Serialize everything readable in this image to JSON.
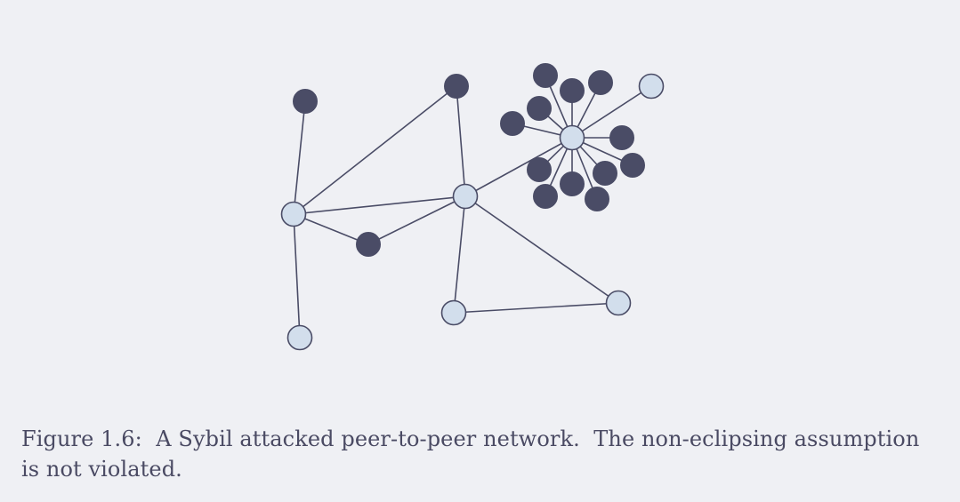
{
  "colors": {
    "background": "#eff0f4",
    "edge": "#4a4c66",
    "honest_fill": "#d2deec",
    "honest_stroke": "#4a4c66",
    "sybil_fill": "#4a4c66",
    "caption_text": "#4a4a63"
  },
  "caption": {
    "line1": "Figure 1.6:  A Sybil attacked peer-to-peer network.  The non-eclipsing assumption",
    "line2": "is not violated."
  },
  "graph": {
    "nodes": [
      {
        "id": "h-left",
        "kind": "honest"
      },
      {
        "id": "h-bottom-left",
        "kind": "honest"
      },
      {
        "id": "h-center",
        "kind": "honest"
      },
      {
        "id": "h-bottom-mid",
        "kind": "honest"
      },
      {
        "id": "h-bottom-right",
        "kind": "honest"
      },
      {
        "id": "h-hub",
        "kind": "honest"
      },
      {
        "id": "h-top-right",
        "kind": "honest"
      },
      {
        "id": "s-top-left",
        "kind": "sybil"
      },
      {
        "id": "s-top-mid",
        "kind": "sybil"
      },
      {
        "id": "s-mid",
        "kind": "sybil"
      },
      {
        "id": "s-hub-1",
        "kind": "sybil"
      },
      {
        "id": "s-hub-2",
        "kind": "sybil"
      },
      {
        "id": "s-hub-3",
        "kind": "sybil"
      },
      {
        "id": "s-hub-4",
        "kind": "sybil"
      },
      {
        "id": "s-hub-5",
        "kind": "sybil"
      },
      {
        "id": "s-hub-6",
        "kind": "sybil"
      },
      {
        "id": "s-hub-7",
        "kind": "sybil"
      },
      {
        "id": "s-hub-8",
        "kind": "sybil"
      },
      {
        "id": "s-hub-9",
        "kind": "sybil"
      },
      {
        "id": "s-hub-10",
        "kind": "sybil"
      },
      {
        "id": "s-hub-11",
        "kind": "sybil"
      },
      {
        "id": "s-hub-12",
        "kind": "sybil"
      }
    ],
    "edges": [
      [
        "h-left",
        "s-top-left"
      ],
      [
        "h-left",
        "s-top-mid"
      ],
      [
        "h-left",
        "h-center"
      ],
      [
        "h-left",
        "s-mid"
      ],
      [
        "h-left",
        "h-bottom-left"
      ],
      [
        "s-mid",
        "h-center"
      ],
      [
        "s-top-mid",
        "h-center"
      ],
      [
        "h-center",
        "h-hub"
      ],
      [
        "h-center",
        "h-bottom-mid"
      ],
      [
        "h-center",
        "h-bottom-right"
      ],
      [
        "h-bottom-mid",
        "h-bottom-right"
      ],
      [
        "h-hub",
        "h-top-right"
      ],
      [
        "h-hub",
        "s-hub-1"
      ],
      [
        "h-hub",
        "s-hub-2"
      ],
      [
        "h-hub",
        "s-hub-3"
      ],
      [
        "h-hub",
        "s-hub-4"
      ],
      [
        "h-hub",
        "s-hub-5"
      ],
      [
        "h-hub",
        "s-hub-6"
      ],
      [
        "h-hub",
        "s-hub-7"
      ],
      [
        "h-hub",
        "s-hub-8"
      ],
      [
        "h-hub",
        "s-hub-9"
      ],
      [
        "h-hub",
        "s-hub-10"
      ],
      [
        "h-hub",
        "s-hub-11"
      ],
      [
        "h-hub",
        "s-hub-12"
      ]
    ]
  }
}
